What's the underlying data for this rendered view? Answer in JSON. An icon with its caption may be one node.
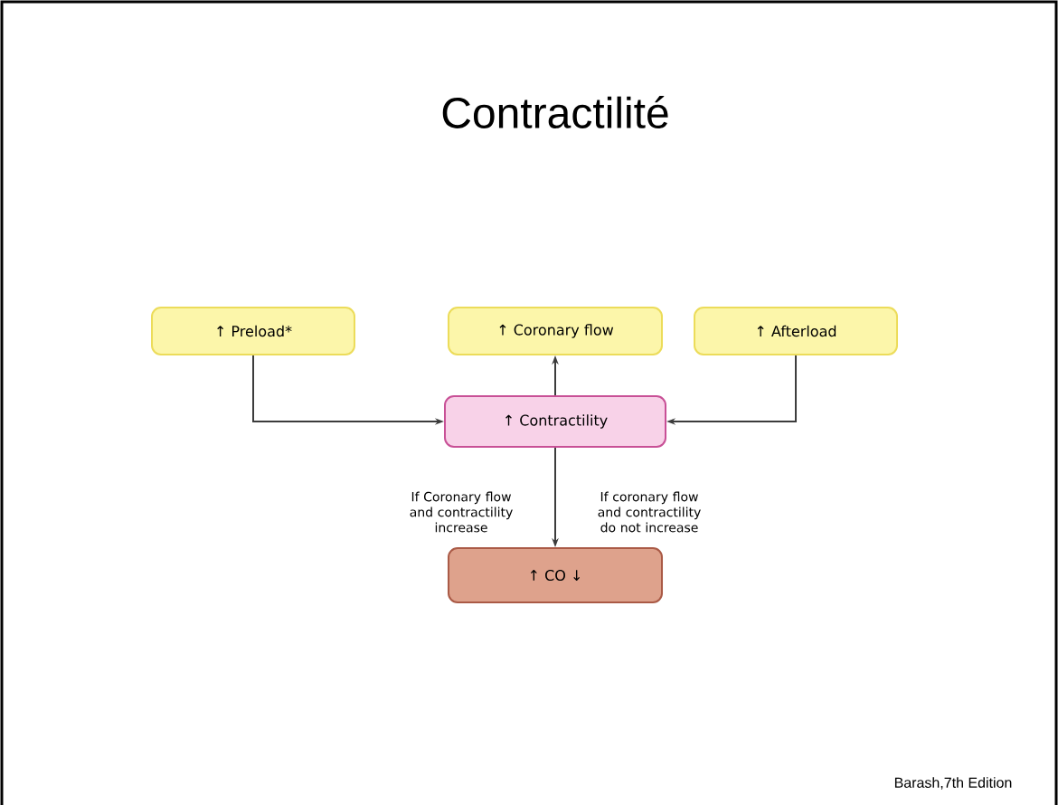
{
  "diagram": {
    "title": "Contractilité",
    "nodes": [
      {
        "text": [
          "↑ Preload*"
        ]
      },
      {
        "text": [
          "↑ Coronary flow"
        ]
      },
      {
        "text": [
          "↑ Afterload"
        ]
      },
      {
        "text": [
          "↑ Contractility"
        ]
      },
      {
        "text": [
          "↑ CO ↓"
        ]
      }
    ],
    "edges": [
      {
        "from": 0,
        "to": 3,
        "arrow": "to"
      },
      {
        "from": 2,
        "to": 3,
        "arrow": "to"
      },
      {
        "from": 3,
        "to": 1,
        "arrow": "to"
      },
      {
        "from": 3,
        "to": 4,
        "arrow": "to"
      }
    ],
    "labels": [
      "If Coronary flow and contractility increase",
      "If coronary flow and contractility do not increase",
      "Barash,7th Edition"
    ]
  }
}
